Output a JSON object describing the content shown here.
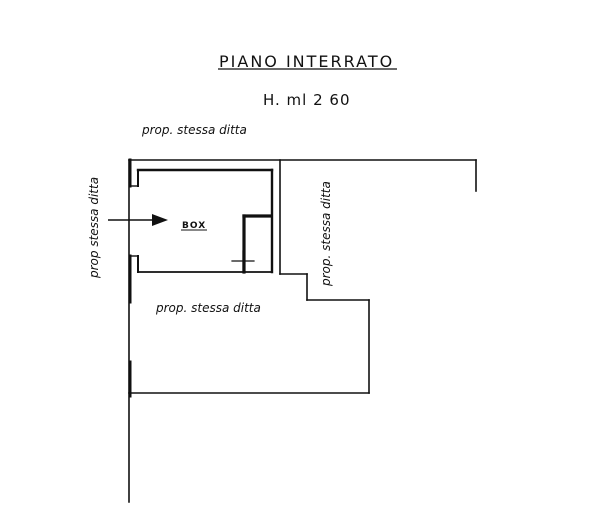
{
  "drawing": {
    "title": "PIANO INTERRATO",
    "height_note": "H. ml 2 60",
    "room_label": "BOX",
    "label_top": "prop. stessa ditta",
    "label_left": "prop stessa ditta",
    "label_right": "prop. stessa ditta",
    "label_lower": "prop. stessa ditta"
  }
}
